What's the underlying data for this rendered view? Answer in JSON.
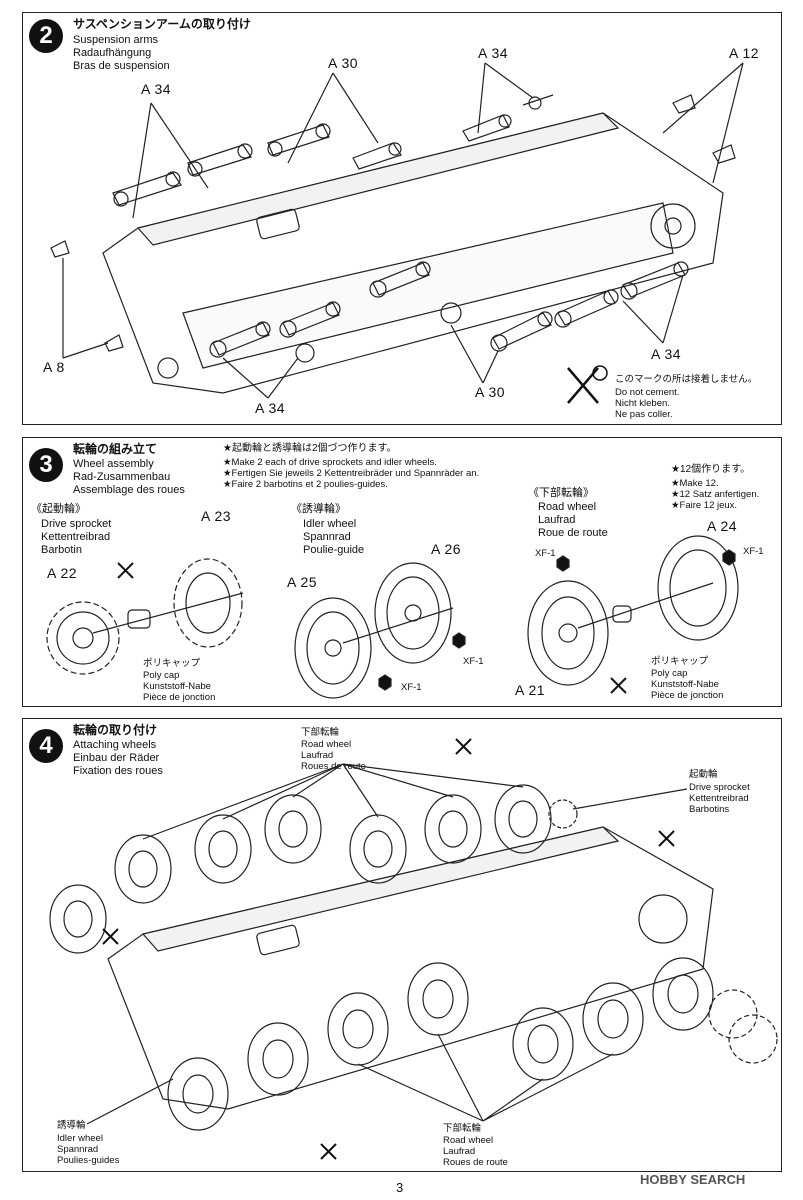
{
  "page_number": "3",
  "watermark": "HOBBY SEARCH",
  "steps": [
    {
      "number": "2",
      "title_ja": "サスペンションアームの取り付け",
      "title_en": "Suspension arms",
      "title_de": "Radaufhängung",
      "title_fr": "Bras de suspension",
      "part_labels": [
        "A 34",
        "A 30",
        "A 34",
        "A 12",
        "A 8",
        "A 34",
        "A 30",
        "A 34"
      ],
      "note": {
        "ja": "このマークの所は接着しません。",
        "en": "Do not cement.",
        "de": "Nicht kleben.",
        "fr": "Ne pas coller."
      }
    },
    {
      "number": "3",
      "title_ja": "転輪の組み立て",
      "title_en": "Wheel assembly",
      "title_de": "Rad-Zusammenbau",
      "title_fr": "Assemblage des roues",
      "instruction": {
        "ja": "★起動輪と誘導輪は2個づつ作ります。",
        "en": "★Make 2 each of drive sprockets and idler wheels.",
        "de": "★Fertigen Sie jeweils 2 Kettentreibräder und Spannräder an.",
        "fr": "★Faire 2 barbotins et 2 poulies-guides."
      },
      "sub_instruction": {
        "ja": "★12個作ります。",
        "en": "★Make 12.",
        "de": "★12 Satz anfertigen.",
        "fr": "★Faire 12 jeux."
      },
      "drive_sprocket": {
        "heading_ja": "《起動輪》",
        "en": "Drive sprocket",
        "de": "Kettentreibrad",
        "fr": "Barbotin",
        "parts": [
          "A 23",
          "A 22"
        ],
        "cap": {
          "ja": "ポリキャップ",
          "en": "Poly cap",
          "de": "Kunststoff-Nabe",
          "fr": "Pièce de jonction"
        }
      },
      "idler_wheel": {
        "heading_ja": "《誘導輪》",
        "en": "Idler wheel",
        "de": "Spannrad",
        "fr": "Poulie-guide",
        "parts": [
          "A 26",
          "A 25"
        ],
        "paint": [
          "XF-1",
          "XF-1"
        ]
      },
      "road_wheel": {
        "heading_ja": "《下部転輪》",
        "en": "Road wheel",
        "de": "Laufrad",
        "fr": "Roue de route",
        "parts": [
          "A 24",
          "A 21"
        ],
        "paint": [
          "XF-1",
          "XF-1"
        ],
        "cap": {
          "ja": "ポリキャップ",
          "en": "Poly cap",
          "de": "Kunststoff-Nabe",
          "fr": "Pièce de jonction"
        }
      }
    },
    {
      "number": "4",
      "title_ja": "転輪の取り付け",
      "title_en": "Attaching wheels",
      "title_de": "Einbau der Räder",
      "title_fr": "Fixation des roues",
      "road_wheel_top": {
        "ja": "下部転輪",
        "en": "Road wheel",
        "de": "Laufrad",
        "fr": "Roues de route"
      },
      "drive_sprocket": {
        "ja": "起動輪",
        "en": "Drive sprocket",
        "de": "Kettentreibrad",
        "fr": "Barbotins"
      },
      "idler_wheel": {
        "ja": "誘導輪",
        "en": "Idler wheel",
        "de": "Spannrad",
        "fr": "Poulies-guides"
      },
      "road_wheel_bottom": {
        "ja": "下部転輪",
        "en": "Road wheel",
        "de": "Laufrad",
        "fr": "Roues de route"
      }
    }
  ]
}
